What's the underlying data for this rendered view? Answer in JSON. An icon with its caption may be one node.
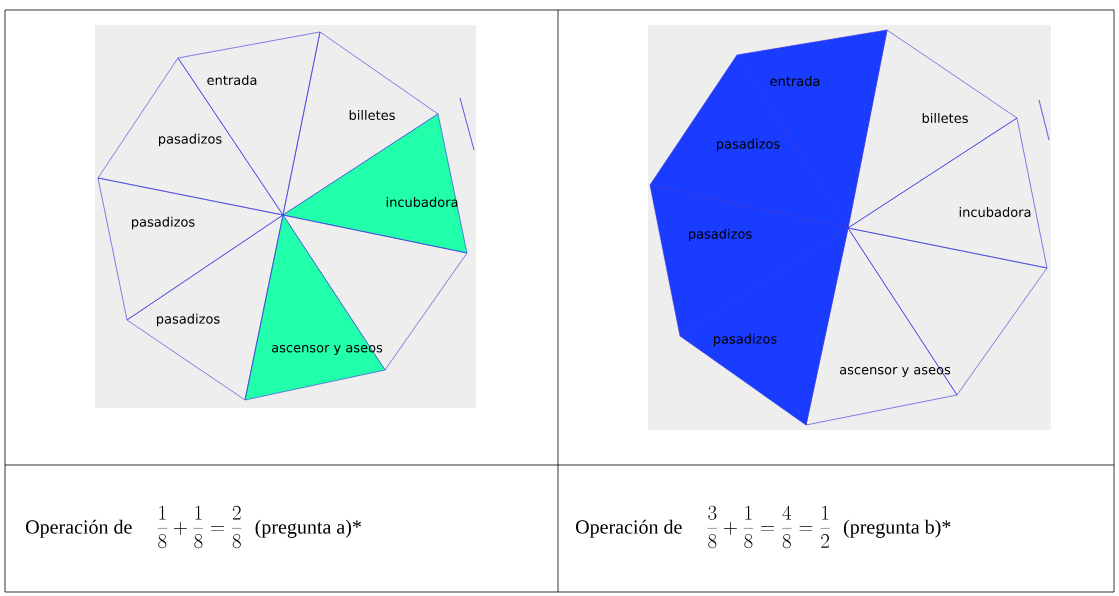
{
  "diagram": {
    "nodes": [
      {
        "text": [
          "entrada"
        ]
      },
      {
        "text": [
          "billetes"
        ]
      },
      {
        "text": [
          "incubadora"
        ]
      },
      {
        "text": [],
        "shape": "triangle"
      },
      {
        "text": [
          "ascensor y aseos"
        ]
      },
      {
        "text": [
          "pasadizos"
        ]
      },
      {
        "text": [
          "pasadizos"
        ]
      },
      {
        "text": [
          "pasadizos"
        ]
      },
      {
        "text": [
          "entrada"
        ]
      },
      {
        "text": [
          "billetes"
        ]
      },
      {
        "text": [
          "incubadora"
        ]
      },
      {
        "text": [],
        "shape": "triangle"
      },
      {
        "text": [
          "ascensor y aseos"
        ]
      },
      {
        "text": [
          "pasadizos"
        ]
      },
      {
        "text": [
          "pasadizos"
        ]
      },
      {
        "text": [
          "pasadizos"
        ]
      }
    ],
    "labels": [
      "Operación de",
      "\\frac{1}{8}+\\frac{1}{8}=\\frac{2}{8}",
      "(pregunta a)*",
      "Operación de",
      "\\frac{3}{8}+\\frac{1}{8}=\\frac{4}{8}=\\frac{1}{2}",
      "(pregunta b)*"
    ]
  }
}
